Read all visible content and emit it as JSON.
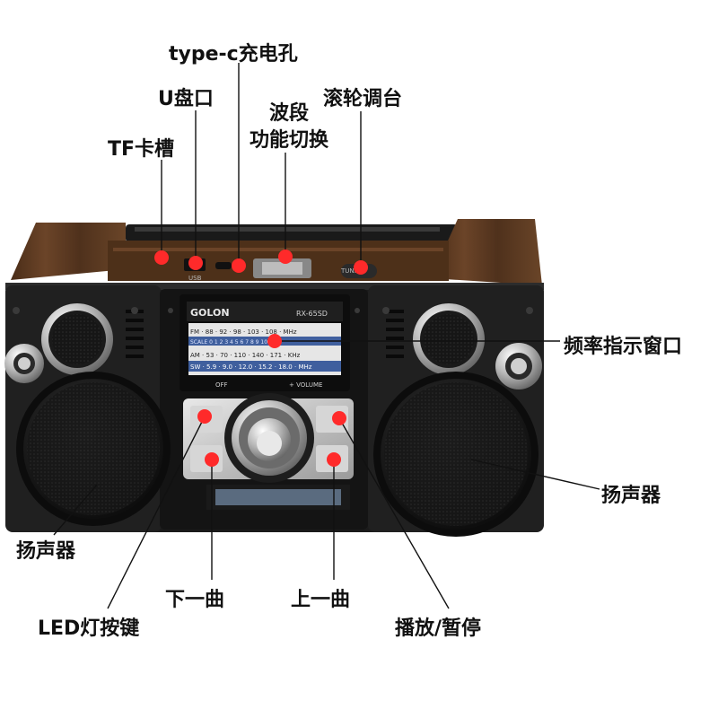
{
  "labels": {
    "type_c": "type-c充电孔",
    "u_disk": "U盘口",
    "band_line1": "波段",
    "band_line2": "功能切换",
    "tuning": "滚轮调台",
    "tf_slot": "TF卡槽",
    "freq_window": "频率指示窗口",
    "speaker_left": "扬声器",
    "speaker_right": "扬声器",
    "prev_track": "下一曲",
    "next_track": "上一曲",
    "led_button": "LED灯按键",
    "play_pause": "播放/暂停"
  },
  "device": {
    "brand": "GOLON",
    "model": "RX-65SD",
    "port_usb": "USB",
    "port_tuning": "TUNING",
    "dial_off": "OFF",
    "dial_volume": "+ VOLUME",
    "scale_fm": "FM · 88 · 92 · 98 · 103 · 108 · MHz",
    "scale_scale": "SCALE 0 1 2 3 4 5 6 7 8 9 10",
    "scale_am": "AM · 53 · 70 · 110 · 140 · 171 · KHz",
    "scale_sw": "SW · 5.9 · 9.0 · 12.0 · 15.2 · 18.0 · MHz"
  },
  "colors": {
    "marker": "#ff2a2a",
    "wood": "#5a3a22",
    "body": "#1b1b1b",
    "chrome": "#c9c9c9",
    "scale_blue": "#3f5f9e"
  }
}
